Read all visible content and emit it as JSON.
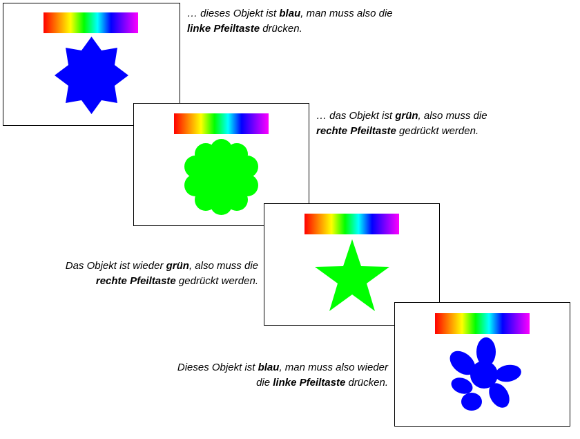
{
  "slides": [
    {
      "shape_icon": "eight-point-star-icon",
      "color_word": "blau",
      "shape_color": "#0000ff",
      "caption": {
        "line1_pre": "… dieses Objekt ist ",
        "line1_bold": "blau",
        "line1_post": ", man muss also die",
        "line2_pre": "",
        "line2_bold": "linke Pfeiltaste",
        "line2_post": " drücken."
      }
    },
    {
      "shape_icon": "flower-cloud-icon",
      "color_word": "grün",
      "shape_color": "#00ff00",
      "caption": {
        "line1_pre": "… das Objekt ist ",
        "line1_bold": "grün",
        "line1_post": ", also muss die",
        "line2_pre": "",
        "line2_bold": "rechte Pfeiltaste",
        "line2_post": " gedrückt werden."
      }
    },
    {
      "shape_icon": "five-point-star-icon",
      "color_word": "grün",
      "shape_color": "#00ff00",
      "caption": {
        "line1_pre": "Das Objekt ist wieder ",
        "line1_bold": "grün",
        "line1_post": ", also muss die",
        "line2_pre": "",
        "line2_bold": "rechte Pfeiltaste",
        "line2_post": " gedrückt werden."
      }
    },
    {
      "shape_icon": "clover-blob-icon",
      "color_word": "blau",
      "shape_color": "#0000ff",
      "caption": {
        "line1_pre": "Dieses Objekt ist ",
        "line1_bold": "blau",
        "line1_post": ", man muss also wieder",
        "line2_pre": "die ",
        "line2_bold": "linke Pfeiltaste",
        "line2_post": " drücken."
      }
    }
  ],
  "spectrum_bar_icon": "color-spectrum-bar-icon",
  "spectrum_colors": [
    "#ff0000",
    "#ff8000",
    "#ffff00",
    "#00ff00",
    "#00ffff",
    "#0000ff",
    "#8000ff",
    "#ff00ff"
  ]
}
